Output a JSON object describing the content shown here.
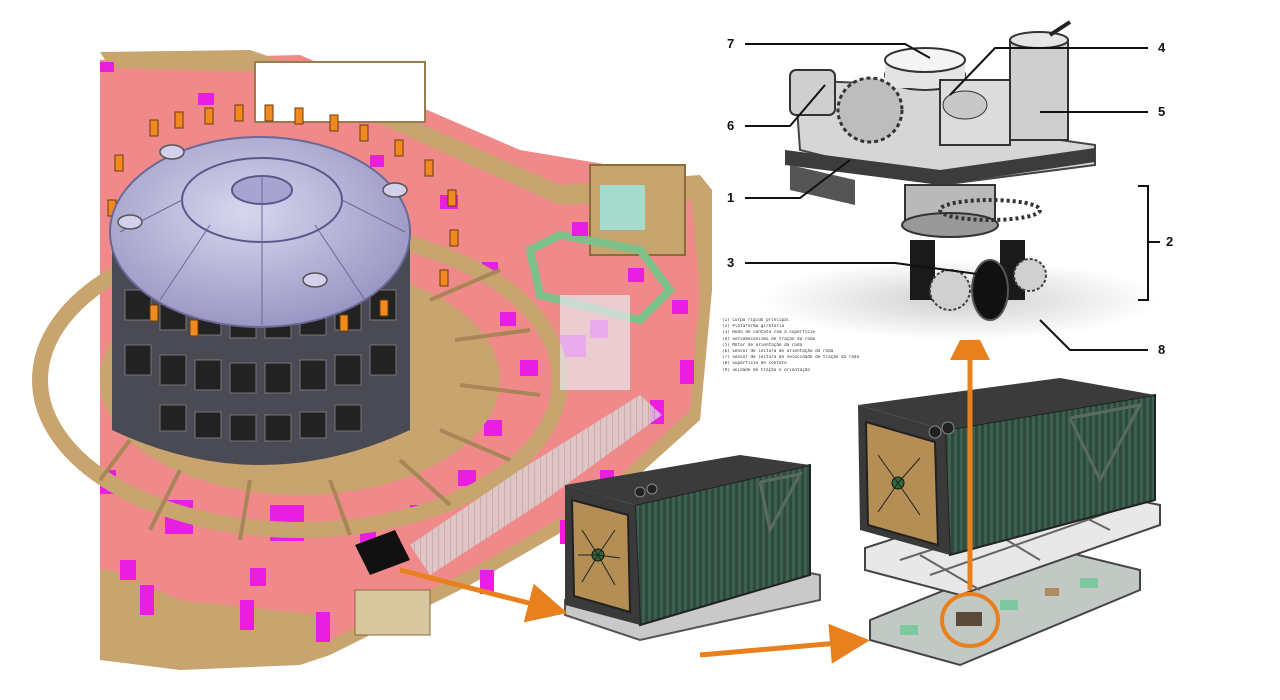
{
  "callouts": [
    {
      "id": "7",
      "text": "7"
    },
    {
      "id": "4",
      "text": "4"
    },
    {
      "id": "6",
      "text": "6"
    },
    {
      "id": "5",
      "text": "5"
    },
    {
      "id": "1",
      "text": "1"
    },
    {
      "id": "2",
      "text": "2"
    },
    {
      "id": "3",
      "text": "3"
    },
    {
      "id": "8",
      "text": "8"
    }
  ],
  "legend": [
    "(1) Corpo rígido principal",
    "(2) Plataforma giratória",
    "(3) Roda de contato com a superfície",
    "(4) Servomecanismo de tração da roda",
    "(5) Motor de orientação da roda",
    "(6) Sensor de leitura de orientação da roda",
    "(7) Sensor de leitura da velocidade de tração da roda",
    "(8) Superfície de contato",
    "(9) unidade de tração e orientação"
  ],
  "colors": {
    "floor_pink": "#f08a8a",
    "wall_tan": "#c8a46e",
    "magenta_block": "#e81ee0",
    "cask_green": "#2f4a3c",
    "cask_frame": "#3a3a3a",
    "arrow_orange": "#e8801e",
    "vessel_lavender": "#b6b2d8"
  }
}
